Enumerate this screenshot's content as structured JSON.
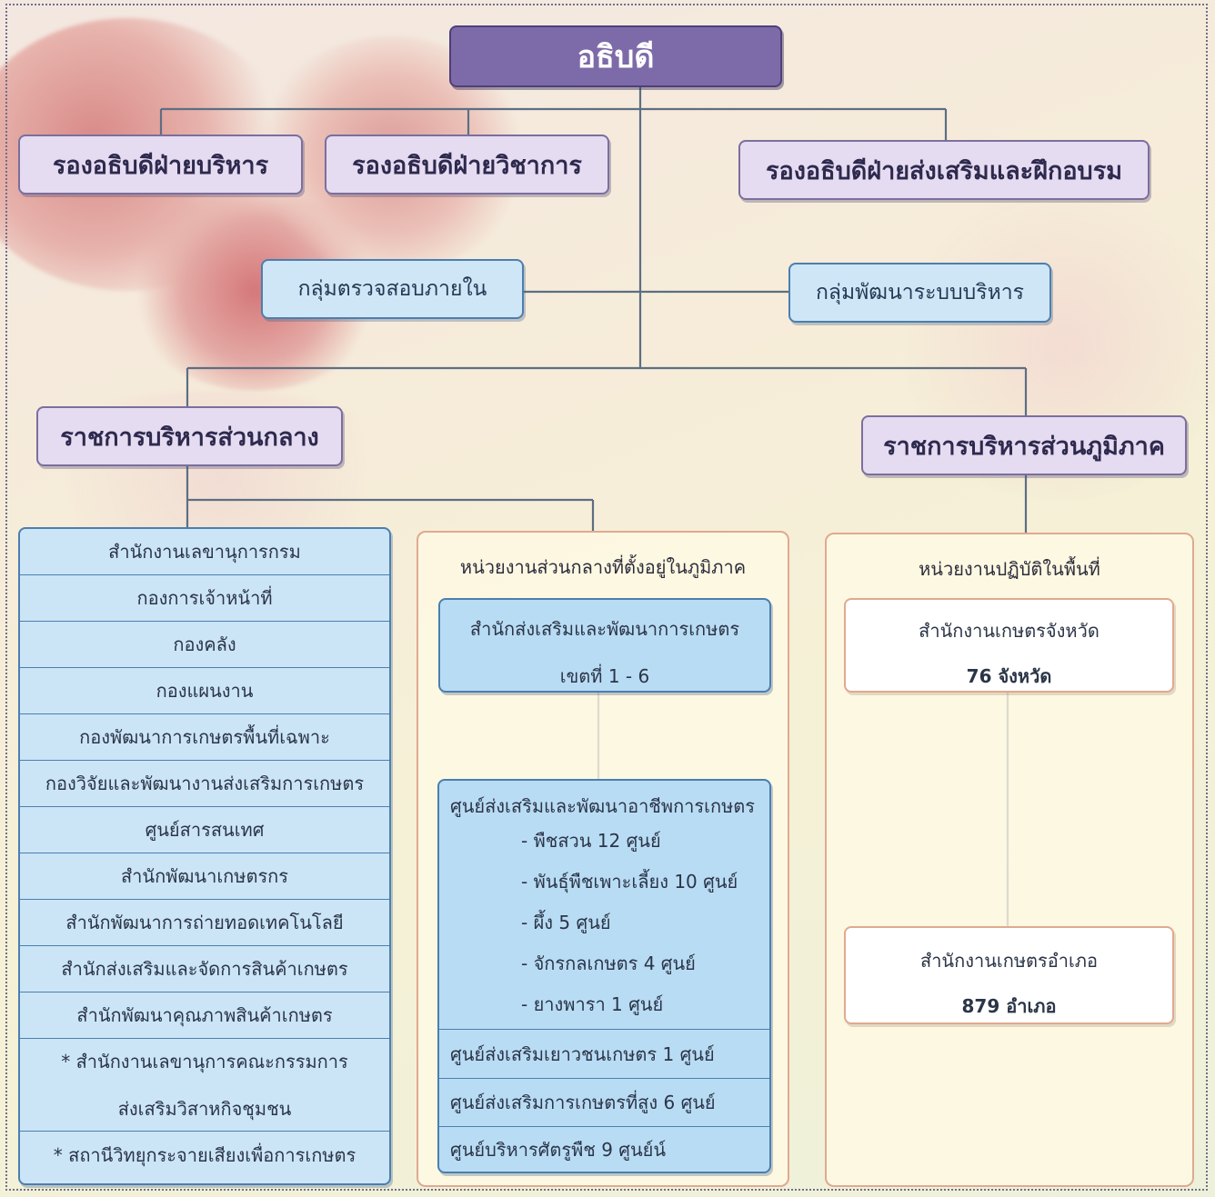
{
  "director": "อธิบดี",
  "deputies": [
    "รองอธิบดีฝ่ายบริหาร",
    "รองอธิบดีฝ่ายวิชาการ",
    "รองอธิบดีฝ่ายส่งเสริมและฝึกอบรม"
  ],
  "groups": {
    "internal_audit": "กลุ่มตรวจสอบภายใน",
    "admin_development": "กลุ่มพัฒนาระบบบริหาร"
  },
  "central_admin": "ราชการบริหารส่วนกลาง",
  "regional_admin": "ราชการบริหารส่วนภูมิภาค",
  "central_units": [
    "สำนักงานเลขานุการกรม",
    "กองการเจ้าหน้าที่",
    "กองคลัง",
    "กองแผนงาน",
    "กองพัฒนาการเกษตรพื้นที่เฉพาะ",
    "กองวิจัยและพัฒนางานส่งเสริมการเกษตร",
    "ศูนย์สารสนเทศ",
    "สำนักพัฒนาเกษตรกร",
    "สำนักพัฒนาการถ่ายทอดเทคโนโลยี",
    "สำนักส่งเสริมและจัดการสินค้าเกษตร",
    "สำนักพัฒนาคุณภาพสินค้าเกษตร"
  ],
  "central_units_special": {
    "committee_line1": "*  สำนักงานเลขานุการคณะกรรมการ",
    "committee_line2": "ส่งเสริมวิสาหกิจชุมชน",
    "radio": "*  สถานีวิทยุกระจายเสียงเพื่อการเกษตร"
  },
  "regional_central": {
    "title": "หน่วยงานส่วนกลางที่ตั้งอยู่ในภูมิภาค",
    "office_line1": "สำนักส่งเสริมและพัฒนาการเกษตร",
    "office_line2": "เขตที่  1  -  6",
    "center_title": "ศูนย์ส่งเสริมและพัฒนาอาชีพการเกษตร",
    "center_items": [
      "-  พืชสวน  12  ศูนย์",
      "-  พันธุ์พืชเพาะเลี้ยง  10  ศูนย์",
      "-  ผึ้ง  5  ศูนย์",
      "-  จักรกลเกษตร  4  ศูนย์",
      "-  ยางพารา  1  ศูนย์"
    ],
    "other_centers": [
      "ศูนย์ส่งเสริมเยาวชนเกษตร  1  ศูนย์",
      "ศูนย์ส่งเสริมการเกษตรที่สูง  6  ศูนย์",
      "ศูนย์บริหารศัตรูพืช  9  ศูนย์น์"
    ]
  },
  "field_units": {
    "title": "หน่วยงานปฏิบัติในพื้นที่",
    "province_office": "สำนักงานเกษตรจังหวัด",
    "province_count": "76  จังหวัด",
    "district_office": "สำนักงานเกษตรอำเภอ",
    "district_count": "879  อำเภอ"
  }
}
